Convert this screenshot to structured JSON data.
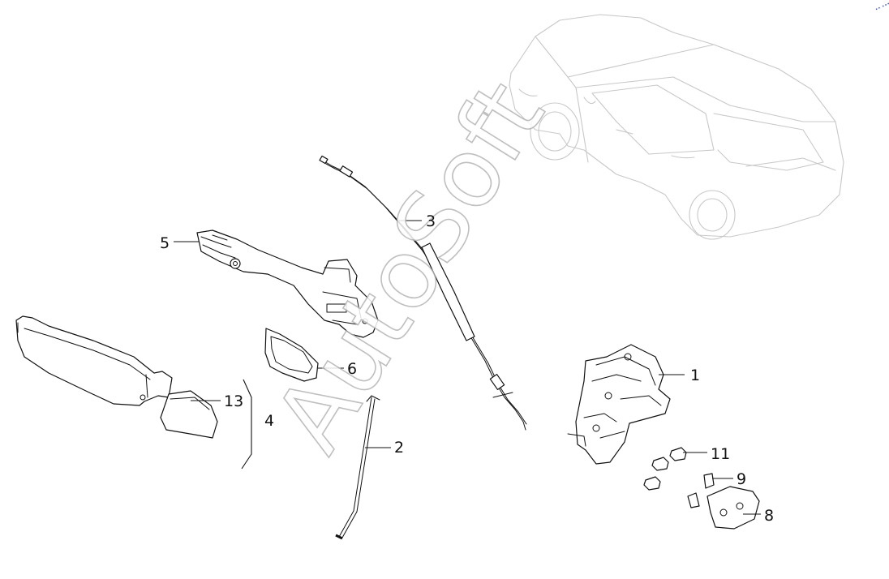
{
  "callouts": {
    "c1": "1",
    "c2": "2",
    "c3": "3",
    "c4": "4",
    "c5": "5",
    "c6": "6",
    "c8": "8",
    "c9": "9",
    "c11": "11",
    "c13": "13"
  },
  "watermark": "AutoSoft",
  "corner_logo": "•• •••",
  "colors": {
    "line": "#111111",
    "car_outline": "#c8c8c8",
    "watermark_outline": "#b5b5b5",
    "logo": "#3d57c4"
  }
}
